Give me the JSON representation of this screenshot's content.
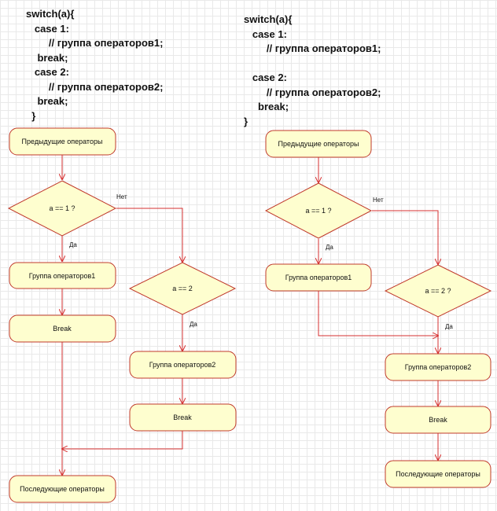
{
  "code_left": [
    "switch(a){",
    "   case 1:",
    "        // группа операторов1;",
    "    break;",
    "   case 2:",
    "        // группа операторов2;",
    "    break;",
    "  }"
  ],
  "code_right": [
    "switch(a){",
    "   case 1:",
    "        // группа операторов1;",
    "",
    "   case 2:",
    "        // группа операторов2;",
    "     break;",
    "}"
  ],
  "left_flow": {
    "prev": "Предыдущие операторы",
    "cond1": "a == 1 ?",
    "no1": "Нет",
    "yes1": "Да",
    "group1": "Группа операторов1",
    "break1": "Break",
    "cond2": "a == 2",
    "yes2": "Да",
    "group2": "Группа операторов2",
    "break2": "Break",
    "next": "Последующие операторы"
  },
  "right_flow": {
    "prev": "Предыдущие операторы",
    "cond1": "a == 1 ?",
    "no1": "Нет",
    "yes1": "Да",
    "group1": "Группа операторов1",
    "cond2": "a == 2 ?",
    "yes2": "Да",
    "group2": "Группа операторов2",
    "break2": "Break",
    "next": "Последующие операторы"
  }
}
